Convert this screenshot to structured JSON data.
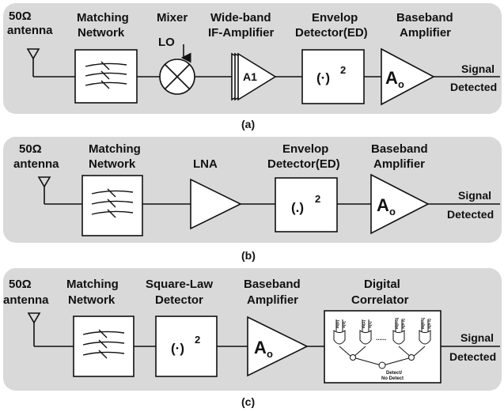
{
  "panel_a": {
    "antenna": [
      "50Ω",
      "antenna"
    ],
    "matching": [
      "Matching",
      "Network"
    ],
    "mixer": "Mixer",
    "lo": "LO",
    "ifamp": [
      "Wide-band",
      "IF-Amplifier"
    ],
    "amp_symbol": "A1",
    "detector": [
      "Envelop",
      "Detector(ED)"
    ],
    "det_symbol": "(·)",
    "det_exp": "2",
    "baseband": [
      "Baseband",
      "Amplifier"
    ],
    "ao_main": "A",
    "ao_sub": "o",
    "output": [
      "Signal",
      "Detected"
    ],
    "caption": "(a)"
  },
  "panel_b": {
    "antenna": [
      "50Ω",
      "antenna"
    ],
    "matching": [
      "Matching",
      "Network"
    ],
    "lna": "LNA",
    "detector": [
      "Envelop",
      "Detector(ED)"
    ],
    "det_symbol": "(.)",
    "det_exp": "2",
    "baseband": [
      "Baseband",
      "Amplifier"
    ],
    "ao_main": "A",
    "ao_sub": "o",
    "output": [
      "Signal",
      "Detected"
    ],
    "caption": "(b)"
  },
  "panel_c": {
    "antenna": [
      "50Ω",
      "antenna"
    ],
    "matching": [
      "Matching",
      "Network"
    ],
    "detector": [
      "Square-Law",
      "Detector"
    ],
    "det_symbol": "(·)",
    "det_exp": "2",
    "baseband": [
      "Baseband",
      "Amplifier"
    ],
    "ao_main": "A",
    "ao_sub": "o",
    "correlator": [
      "Digital",
      "Correlator"
    ],
    "gate_labels": [
      "IN[0]",
      "X[0]",
      "IN[1]",
      "X[1]",
      "IN[n-2]",
      "X[n-2]",
      "IN[n-1]",
      "X[n-1]"
    ],
    "dots": "......",
    "decision": [
      "Detect/",
      "No Detect"
    ],
    "output": [
      "Signal",
      "Detected"
    ],
    "caption": "(c)"
  },
  "colors": {
    "panel_bg": "#d9d9d9",
    "stroke": "#111111",
    "box_fill": "#ffffff"
  }
}
